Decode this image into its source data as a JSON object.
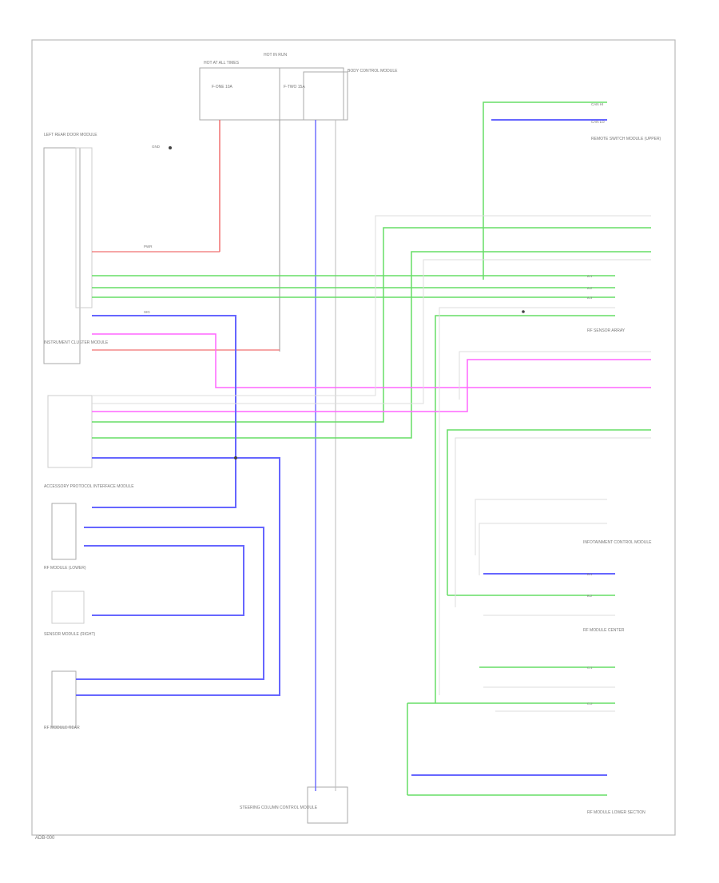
{
  "diagram": {
    "footer_code": "ADB-000",
    "fuse_box": {
      "label_left": "HOT AT ALL TIMES",
      "label_right": "HOT IN RUN",
      "fuse_a": "F-ONE 10A",
      "fuse_b": "F-TWO 15A"
    },
    "modules": {
      "left_top": "LEFT REAR DOOR MODULE",
      "connector_top": "BODY CONTROL MODULE",
      "left_mid": "INSTRUMENT CLUSTER MODULE",
      "accessory": "ACCESSORY PROTOCOL INTERFACE MODULE",
      "rear_module_a": "RF MODULE (LOWER)",
      "rear_module_b": "SENSOR MODULE (RIGHT)",
      "lower_left": "RF MODULE REAR",
      "steering": "STEERING COLUMN CONTROL MODULE",
      "right_top": "REMOTE SWITCH MODULE (UPPER)",
      "right_mid": "RF SENSOR ARRAY",
      "right_lower_a": "INFOTAINMENT CONTROL MODULE",
      "right_lower_b": "RF MODULE CENTER",
      "right_bottom": "RF MODULE LOWER SECTION"
    },
    "wire_labels": {
      "can_hi": "CAN HI",
      "can_lo": "CAN LO",
      "gnd": "GND",
      "pwr": "PWR",
      "sig": "SIG"
    }
  }
}
